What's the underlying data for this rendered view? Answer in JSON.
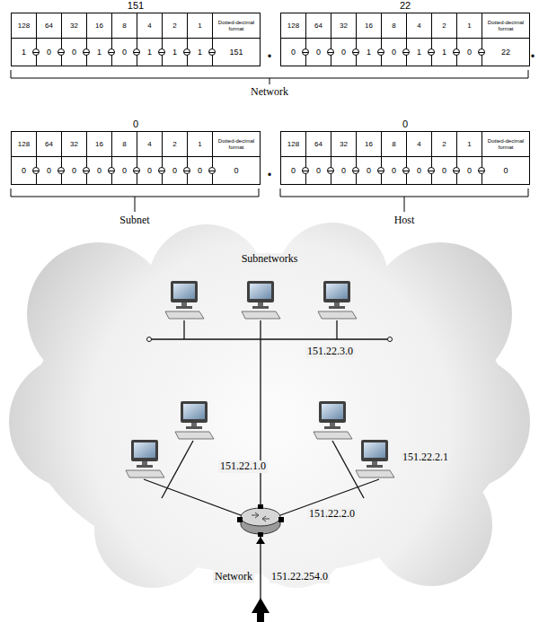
{
  "diagram": {
    "nodes": [
      {
        "text": [
          "151",
          "128",
          "64",
          "32",
          "16",
          "8",
          "4",
          "2",
          "1",
          "Dotted-decimal format",
          "1",
          "0",
          "0",
          "1",
          "0",
          "1",
          "1",
          "1",
          "151"
        ]
      },
      {
        "text": [
          "22",
          "128",
          "64",
          "32",
          "16",
          "8",
          "4",
          "2",
          "1",
          "Dotted-decimal format",
          "0",
          "0",
          "0",
          "1",
          "0",
          "1",
          "1",
          "0",
          "22"
        ]
      },
      {
        "text": [
          "0",
          "128",
          "64",
          "32",
          "16",
          "8",
          "4",
          "2",
          "1",
          "Dotted-decimal format",
          "0",
          "0",
          "0",
          "0",
          "0",
          "0",
          "0",
          "0",
          "0"
        ]
      },
      {
        "text": [
          "0",
          "128",
          "64",
          "32",
          "16",
          "8",
          "4",
          "2",
          "1",
          "Dotted-decimal format",
          "0",
          "0",
          "0",
          "0",
          "0",
          "0",
          "0",
          "0",
          "0"
        ]
      }
    ],
    "labels": [
      ".",
      ".",
      "Network",
      ".",
      "Subnet",
      "Host",
      "Subnetworks",
      "151.22.3.0",
      "151.22.1.0",
      "151.22.2.1",
      "151.22.2.0",
      "Network",
      "151.22.254.0"
    ]
  }
}
